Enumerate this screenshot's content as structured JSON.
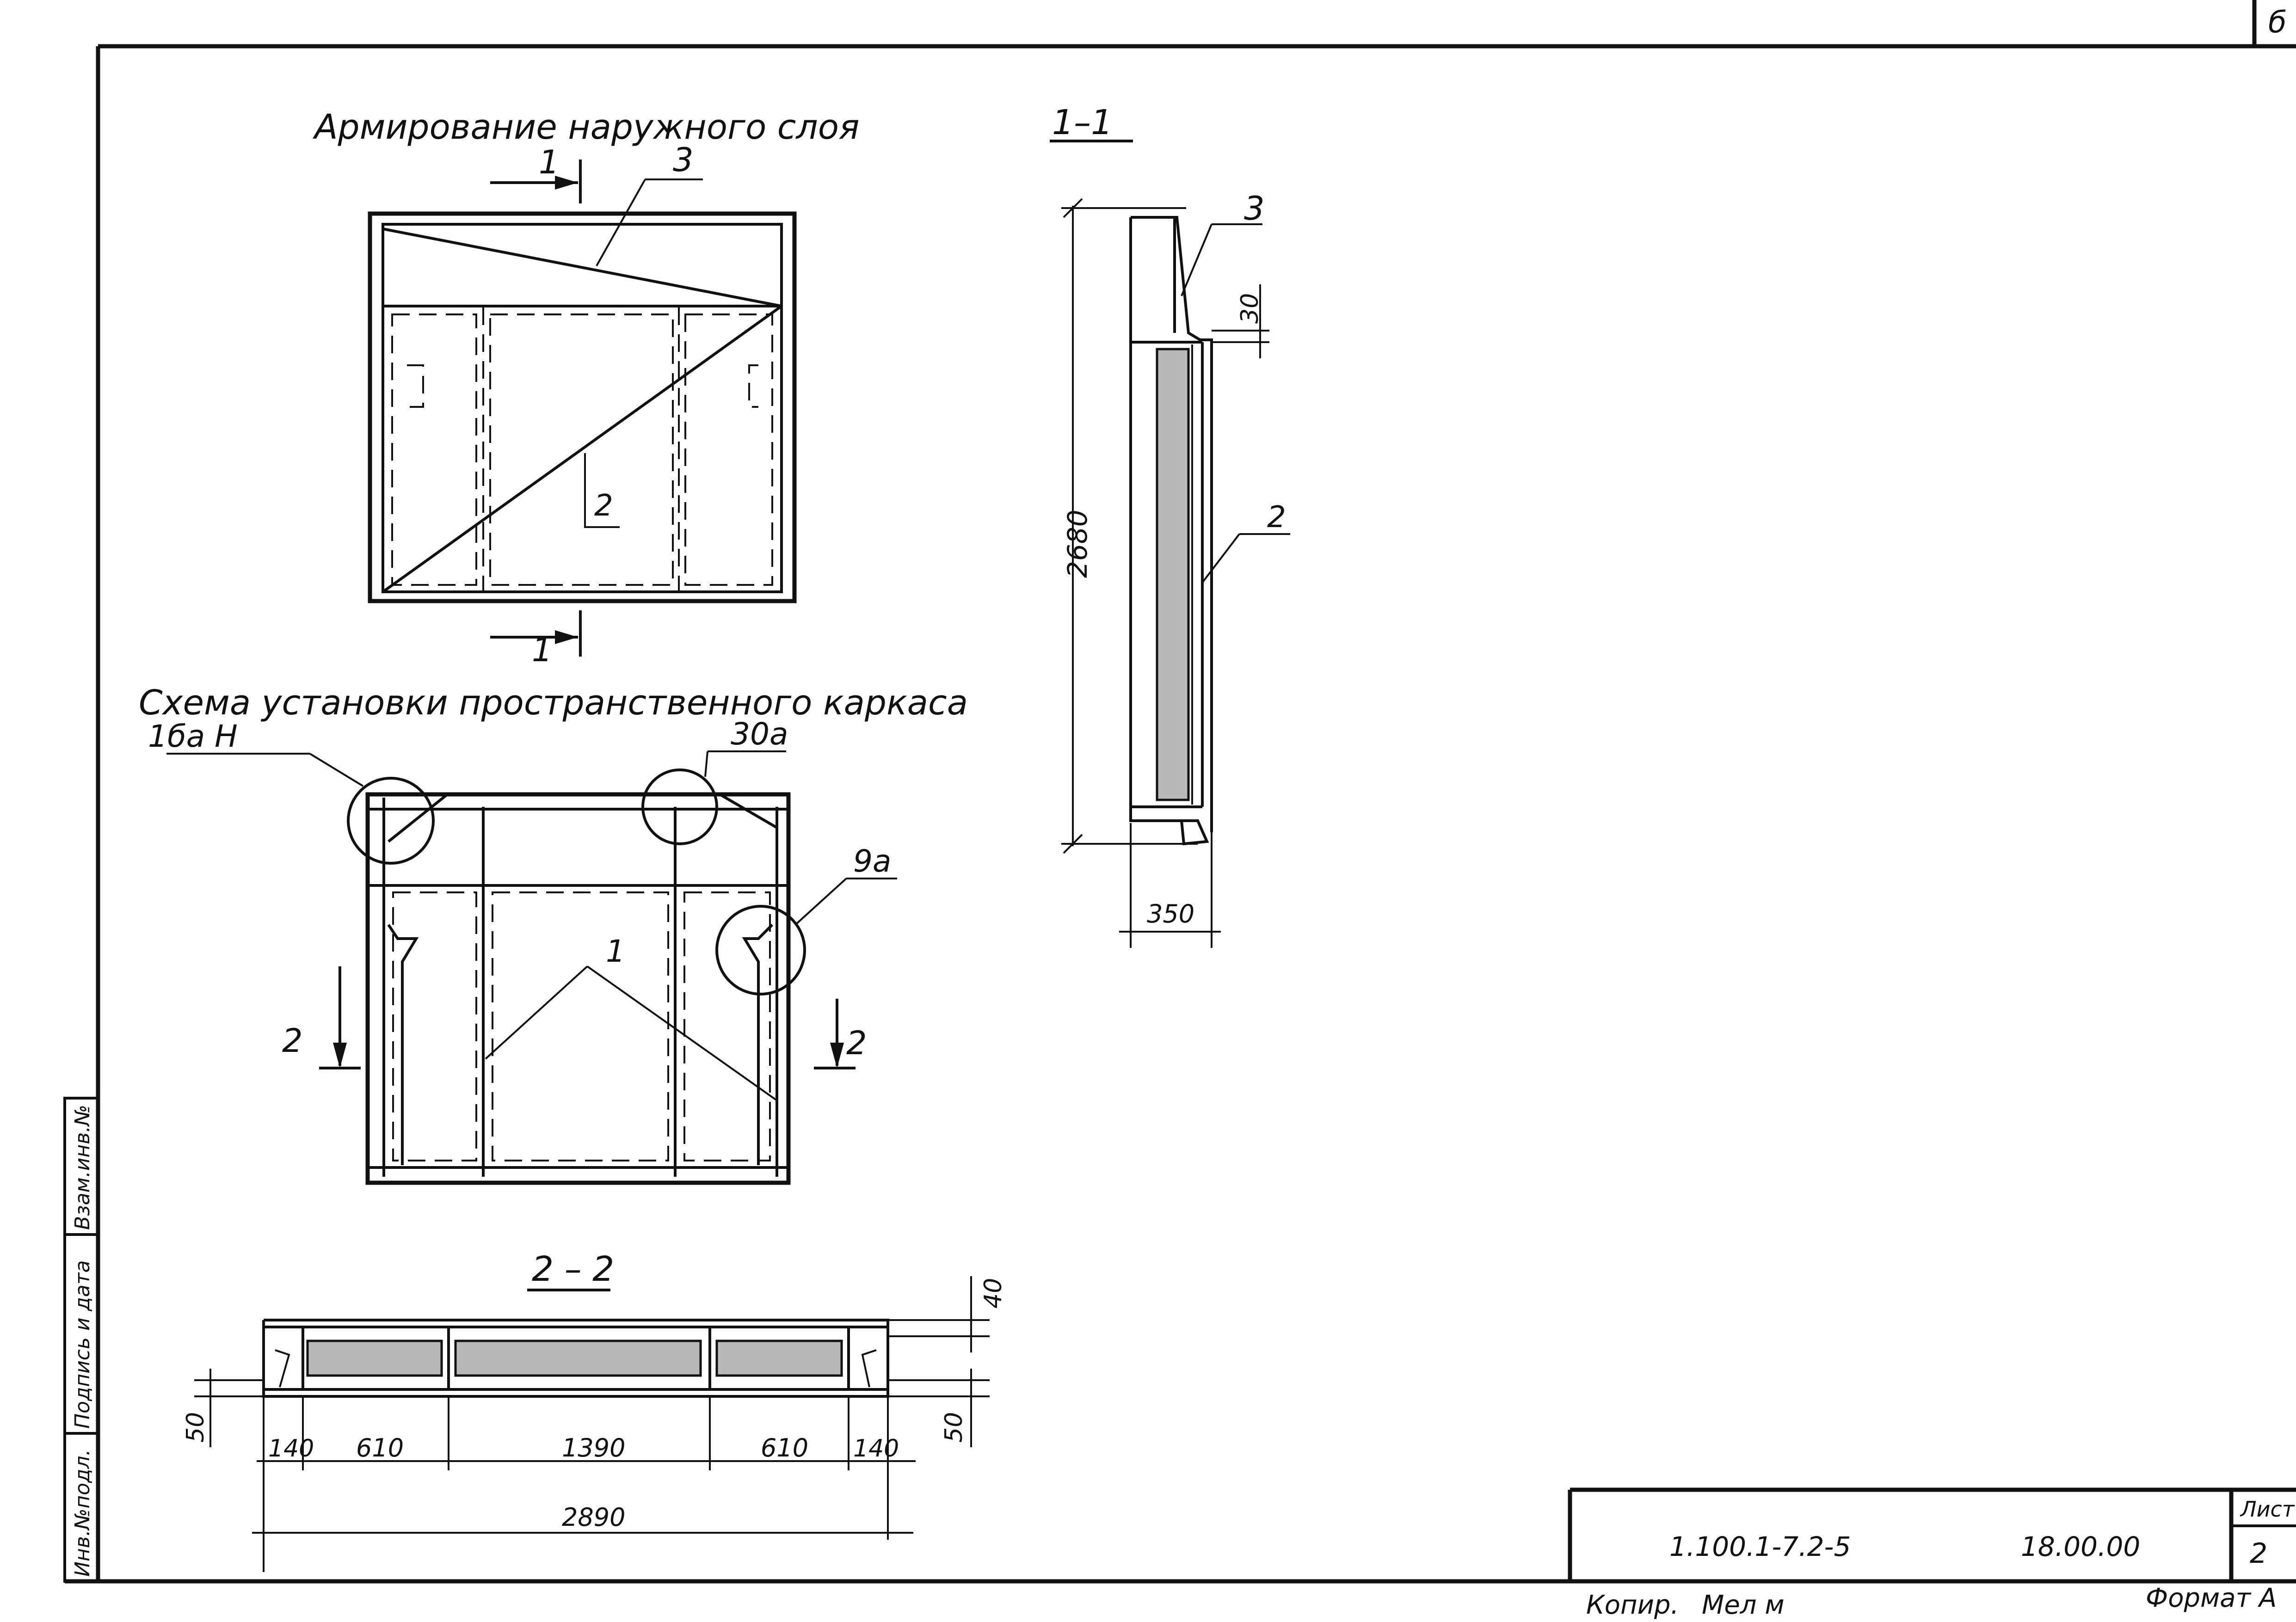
{
  "corner_mark": "б",
  "views": {
    "outer_layer_title": "Армирование наружного слоя",
    "section_1_1_title": "1–1",
    "frame_scheme_title": "Схема установки пространственного каркаса",
    "section_2_2_title": "2 – 2"
  },
  "markers": {
    "cut_1_top": "1",
    "cut_1_bottom": "1",
    "cut_2_left": "2",
    "cut_2_right": "2"
  },
  "callouts": {
    "outer_3": "3",
    "outer_2": "2",
    "sec11_3": "3",
    "sec11_2": "2",
    "node_16aH": "1ба Н",
    "node_30a": "30а",
    "node_9a": "9а",
    "frame_1": "1"
  },
  "dimensions": {
    "sec11_height": "2680",
    "sec11_top": "30",
    "sec11_width": "350",
    "sec22_top": "40",
    "sec22_left": "50",
    "sec22_right": "50",
    "sec22_segments": [
      "140",
      "610",
      "1390",
      "610",
      "140"
    ],
    "sec22_total": "2890"
  },
  "side_stamp": {
    "col1": "Инв.№подл.",
    "col2": "Подпись и дата",
    "col3": "Взам.инв.№"
  },
  "title_block": {
    "doc_code": "1.100.1-7.2-5",
    "mark": "18.00.00",
    "sheet_label": "Лист",
    "sheet_number": "2"
  },
  "footer": {
    "copied": "Копир.",
    "copied_sign": "Мел м",
    "format": "Формат А"
  }
}
